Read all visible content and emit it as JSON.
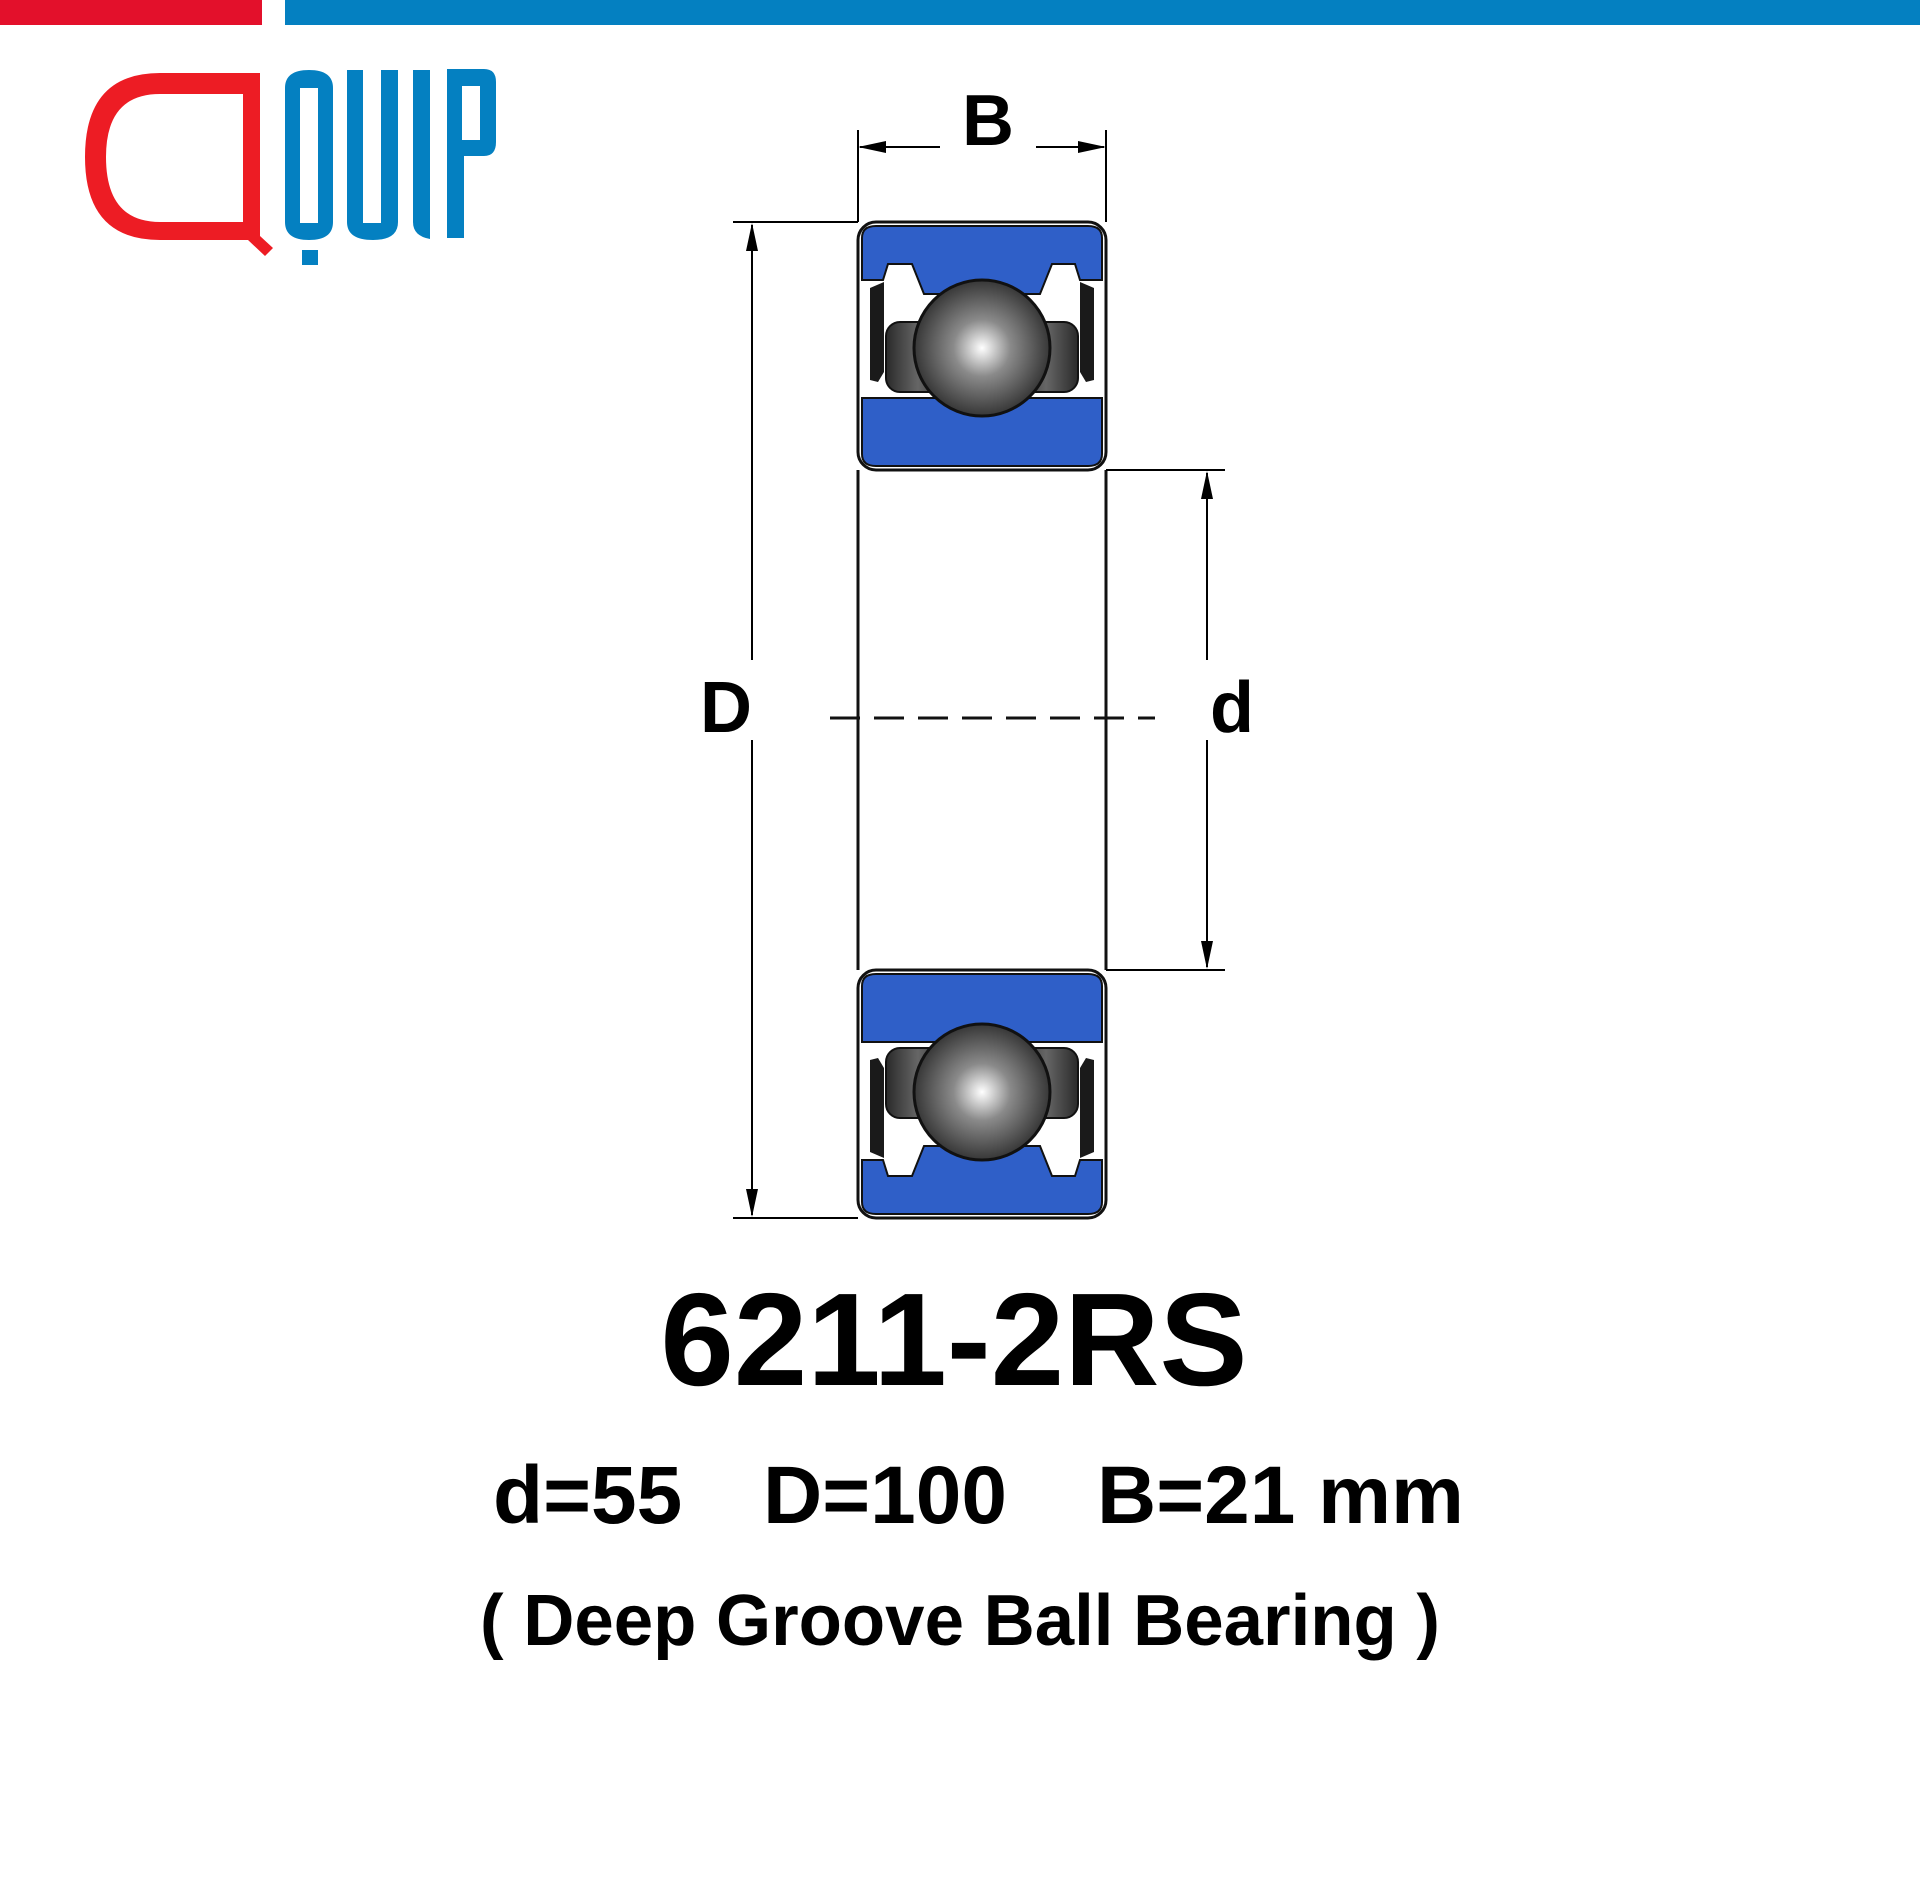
{
  "brand": {
    "logo_text": "QUIP",
    "colors": {
      "red": "#e3102b",
      "blue": "#0480c1"
    }
  },
  "diagram": {
    "labels": {
      "width": "B",
      "outer_diameter": "D",
      "inner_diameter": "d"
    },
    "colors": {
      "ring": "#2f5fc8",
      "ball": "#333333",
      "outline": "#111111"
    }
  },
  "product": {
    "model": "6211-2RS",
    "dims": {
      "d": "d=55",
      "D": "D=100",
      "B": "B=21 mm"
    },
    "type": "( Deep Groove Ball Bearing )"
  }
}
